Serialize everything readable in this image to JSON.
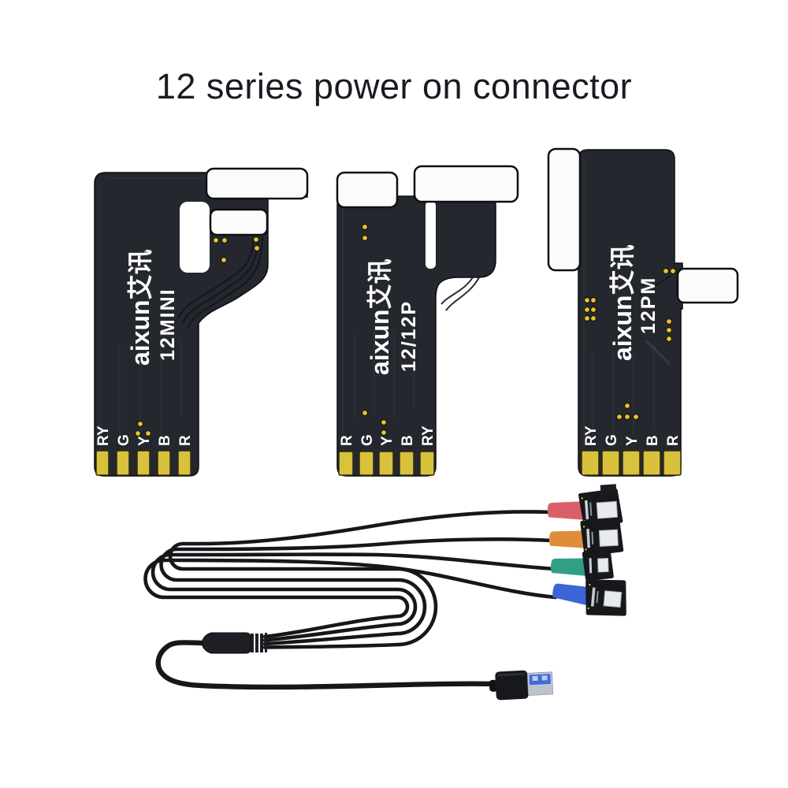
{
  "title": "12 series power on connector",
  "brand_logo": "aixun艾讯",
  "flex_cables": [
    {
      "model": "12MINI",
      "pins": [
        "RY",
        "G",
        "Y",
        "B",
        "R"
      ]
    },
    {
      "model": "12/12P",
      "pins": [
        "R",
        "G",
        "Y",
        "B",
        "RY"
      ]
    },
    {
      "model": "12PM",
      "pins": [
        "RY",
        "G",
        "Y",
        "B",
        "R"
      ]
    }
  ],
  "power_cable": {
    "branch_colors": [
      "#d9606a",
      "#de8e3b",
      "#2fa083",
      "#3c64d9"
    ],
    "branch_names": [
      "red-branch",
      "orange-branch",
      "teal-branch",
      "blue-branch"
    ],
    "plug_type": "USB-A"
  },
  "colors": {
    "background": "#ffffff",
    "title_text": "#1a1a22",
    "flex_body": "#25272f",
    "pad_gold": "#d8c13c",
    "dot_gold": "#eac526",
    "tab_white": "#fbfbfb",
    "wire_black": "#17171b",
    "usb_tongue_blue": "#3f6cd9",
    "label_text": "#ffffff"
  }
}
